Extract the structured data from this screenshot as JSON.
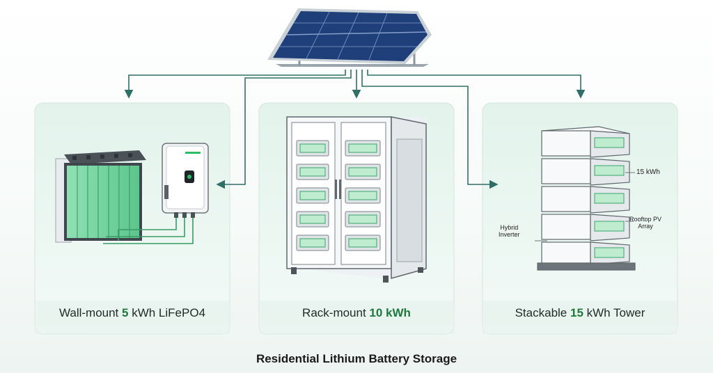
{
  "title": "Residential Lithium Battery Storage",
  "top_source": {
    "icon": "solar-panel-icon"
  },
  "panels": [
    {
      "id": "wall",
      "caption_pre": "Wall-mount ",
      "caption_num": "5",
      "caption_post": " kWh LiFePO4",
      "icon": "wall-battery-icon"
    },
    {
      "id": "rack",
      "caption_pre": "Rack-mount ",
      "caption_num": "10 kWh",
      "caption_post": "",
      "icon": "rack-cabinet-icon"
    },
    {
      "id": "tower",
      "caption_pre": "Stackable ",
      "caption_num": "15",
      "caption_post": " kWh Tower",
      "icon": "stacked-battery-icon"
    }
  ],
  "callouts": {
    "capacity": "15 kWh",
    "pv_line1": "Rooftop PV",
    "pv_line2": "Array",
    "inverter_line1": "Hybrid",
    "inverter_line2": "Inverter"
  },
  "colors": {
    "accent": "#1d7a3c",
    "connector": "#2f6f66",
    "panel_bg": "#e8f4ef",
    "battery_green": "#6fd19b"
  }
}
